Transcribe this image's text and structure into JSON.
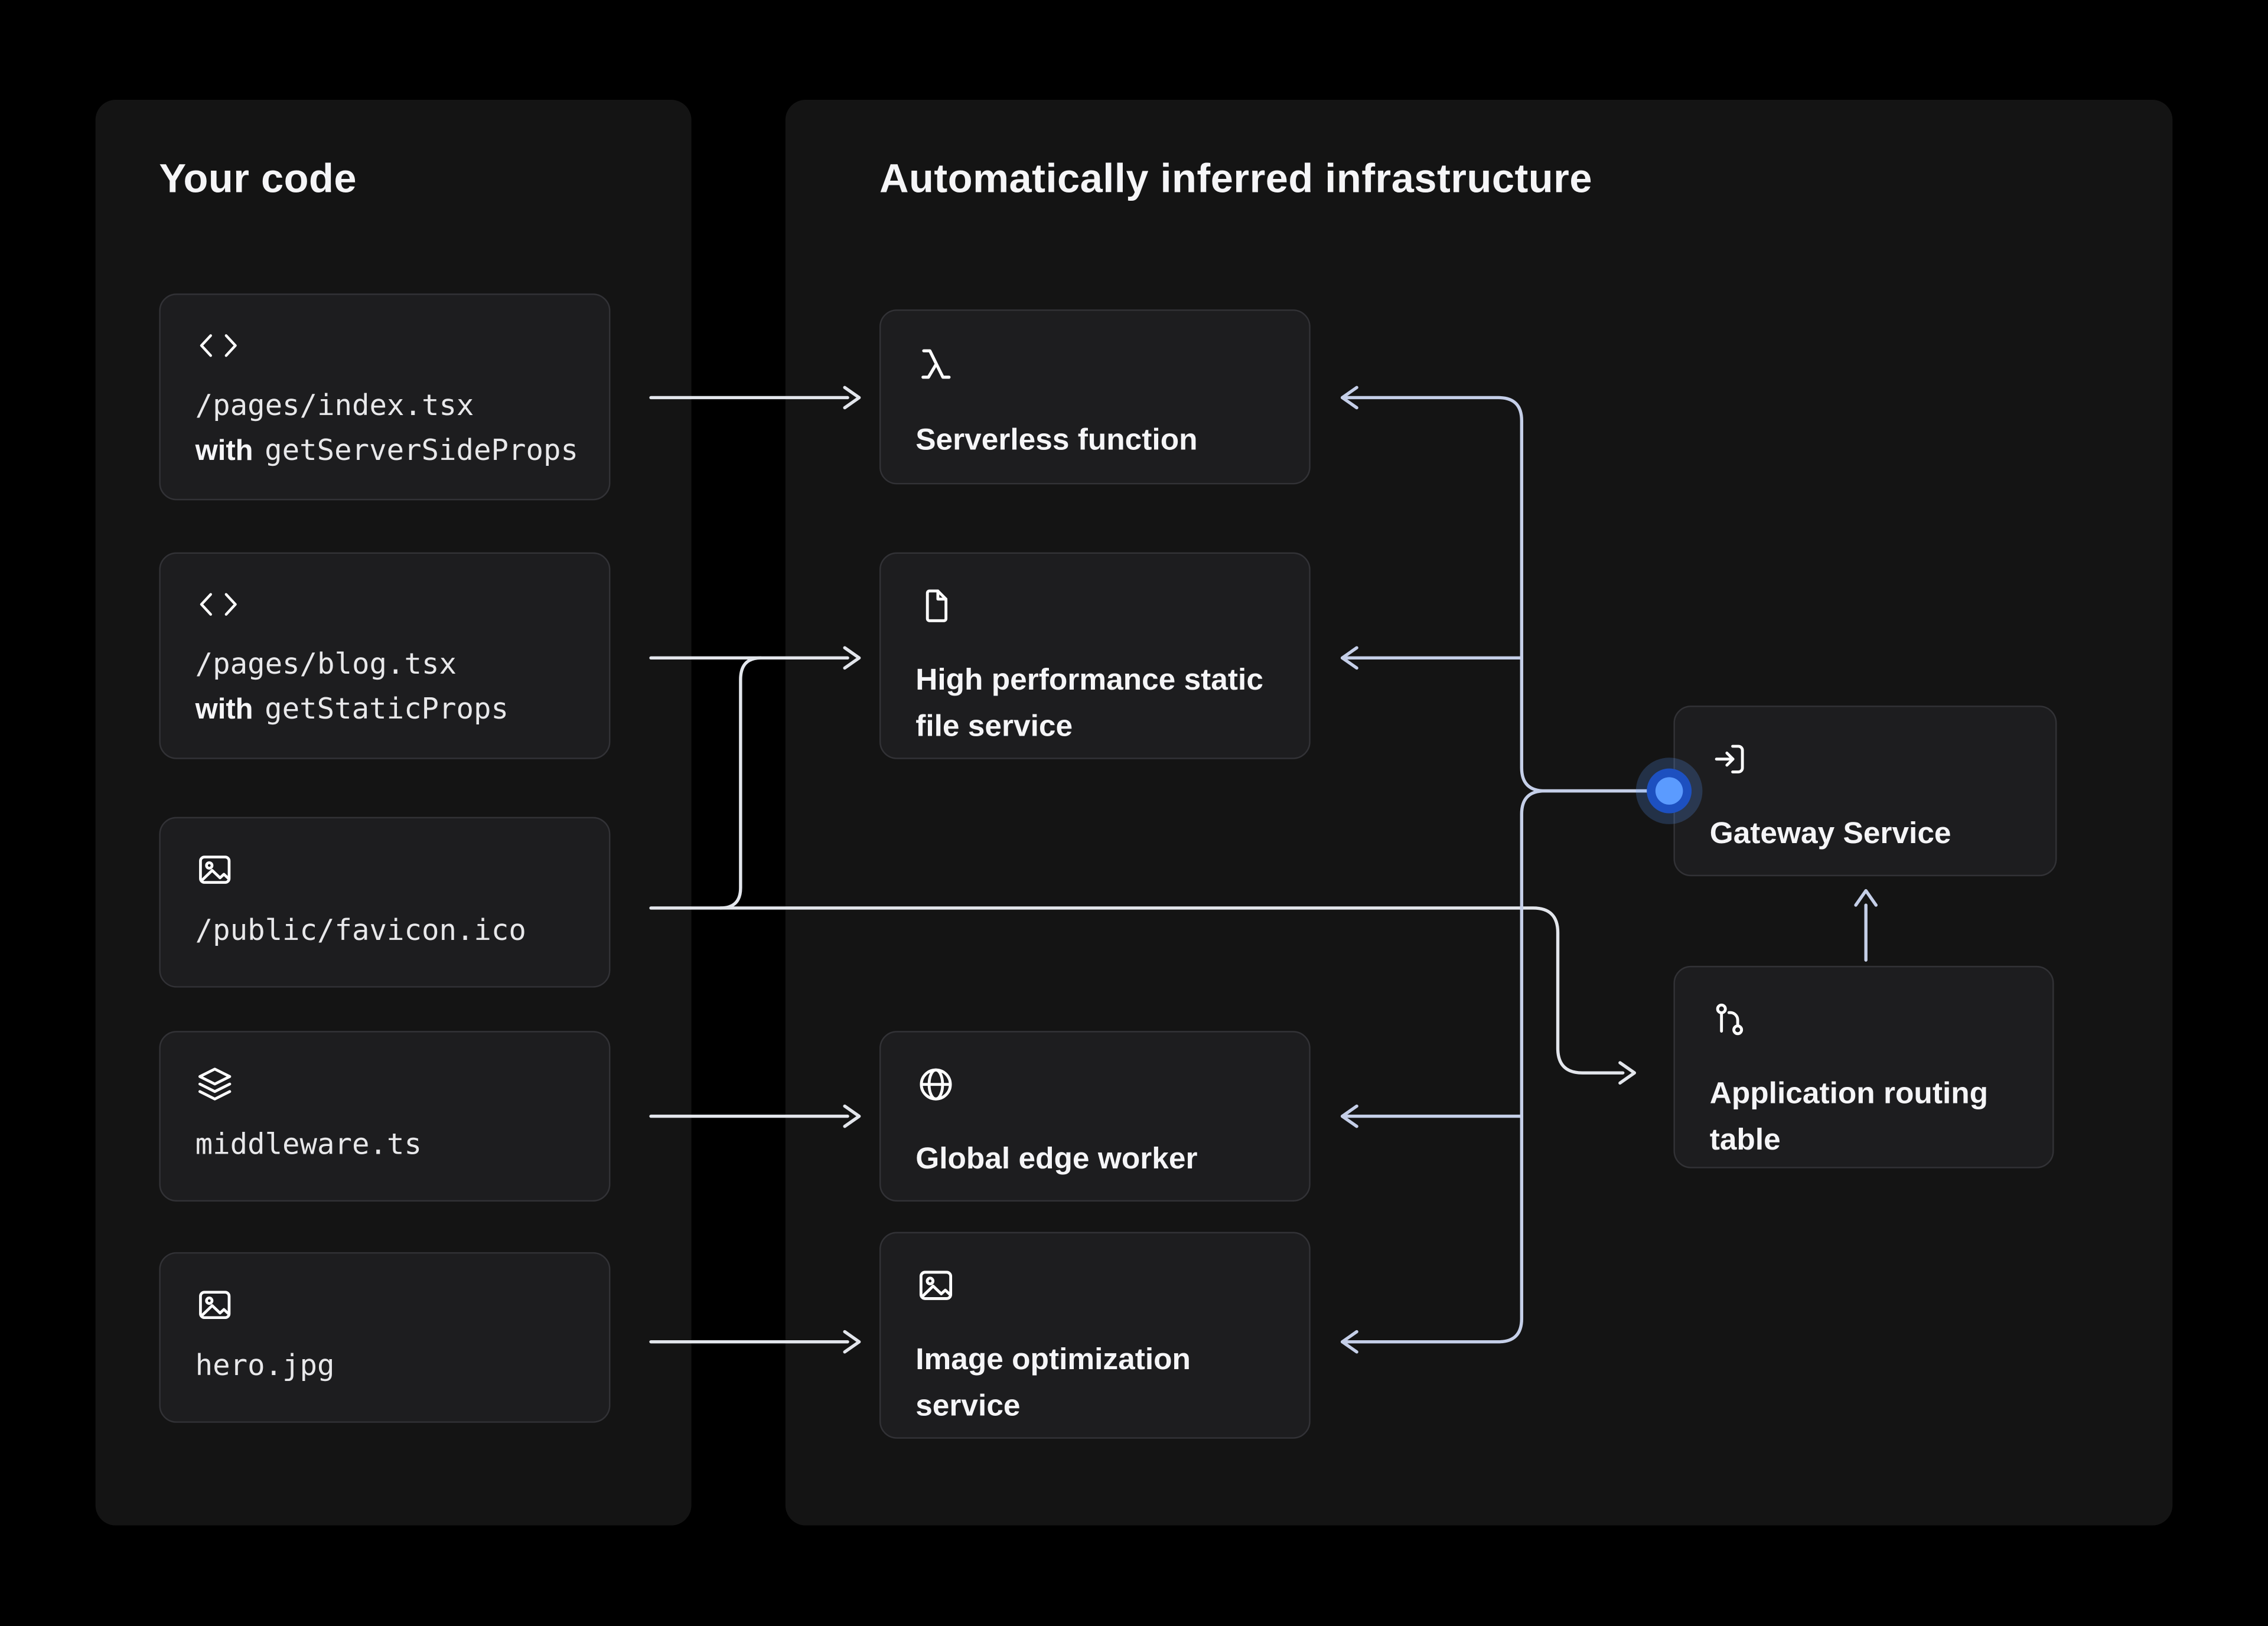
{
  "colors": {
    "bg": "#000000",
    "panel": "#141414",
    "card": "#1d1d1f",
    "card-border": "#323236",
    "text": "#f5f5f7",
    "mono-text": "#e8e8ea",
    "line-a": "#e3e6ec",
    "line-b": "#c5cfe8",
    "dot-core": "#5b9bff",
    "dot-ring": "#1d50c0"
  },
  "left_panel": {
    "title": "Your code",
    "cards": [
      {
        "icon": "code-icon",
        "path": "/pages/index.tsx",
        "with_label": "with",
        "fn": "getServerSideProps"
      },
      {
        "icon": "code-icon",
        "path": "/pages/blog.tsx",
        "with_label": "with",
        "fn": "getStaticProps"
      },
      {
        "icon": "image-icon",
        "path": "/public/favicon.ico"
      },
      {
        "icon": "layers-icon",
        "path": "middleware.ts"
      },
      {
        "icon": "image-icon",
        "path": "hero.jpg"
      }
    ]
  },
  "right_panel": {
    "title": "Automatically inferred infrastructure",
    "services": [
      {
        "icon": "lambda-icon",
        "label": "Serverless function"
      },
      {
        "icon": "file-icon",
        "label": "High performance static file service"
      },
      {
        "icon": "globe-icon",
        "label": "Global edge worker"
      },
      {
        "icon": "image-icon",
        "label": "Image optimization service"
      },
      {
        "icon": "gateway-icon",
        "label": "Gateway Service"
      },
      {
        "icon": "routing-icon",
        "label": "Application routing table"
      }
    ]
  },
  "edges": [
    {
      "from": "/pages/index.tsx",
      "to": "Serverless function"
    },
    {
      "from": "/pages/blog.tsx",
      "to": "High performance static file service"
    },
    {
      "from": "/public/favicon.ico",
      "to": "High performance static file service"
    },
    {
      "from": "/public/favicon.ico",
      "to": "Application routing table"
    },
    {
      "from": "middleware.ts",
      "to": "Global edge worker"
    },
    {
      "from": "hero.jpg",
      "to": "Image optimization service"
    },
    {
      "from": "Gateway Service",
      "to": "Serverless function"
    },
    {
      "from": "Gateway Service",
      "to": "High performance static file service"
    },
    {
      "from": "Gateway Service",
      "to": "Global edge worker"
    },
    {
      "from": "Gateway Service",
      "to": "Image optimization service"
    },
    {
      "from": "Application routing table",
      "to": "Gateway Service"
    }
  ]
}
